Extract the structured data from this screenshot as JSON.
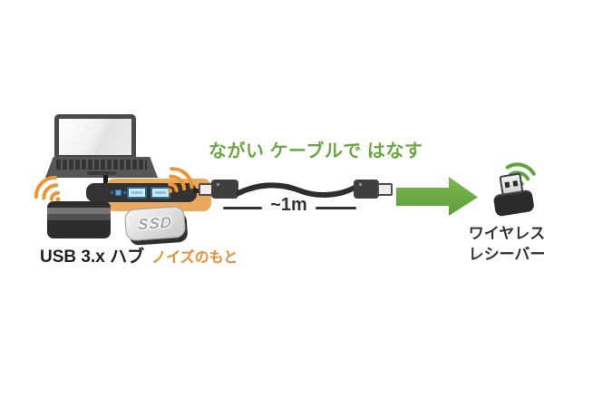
{
  "heading": {
    "text": "ながい ケーブルで はなす"
  },
  "cable": {
    "length_label": "~1m"
  },
  "hub": {
    "label": "USB 3.x ハブ",
    "noise_label": "ノイズのもと"
  },
  "ssd": {
    "label": "SSD"
  },
  "receiver": {
    "label_line1": "ワイヤレス",
    "label_line2": "レシーバー"
  },
  "colors": {
    "green_text": "#69A93F",
    "green_arrow": "#6BAD44",
    "green_wifi": "#5CA63A",
    "orange_wifi": "#EE9433",
    "orange_highlight": "#ECA95E",
    "orange_noise_text": "#EE8C2E",
    "device_dark": "#333333",
    "usb_port_fill": "#CDEAF8",
    "usb_port_border": "#33688E"
  }
}
